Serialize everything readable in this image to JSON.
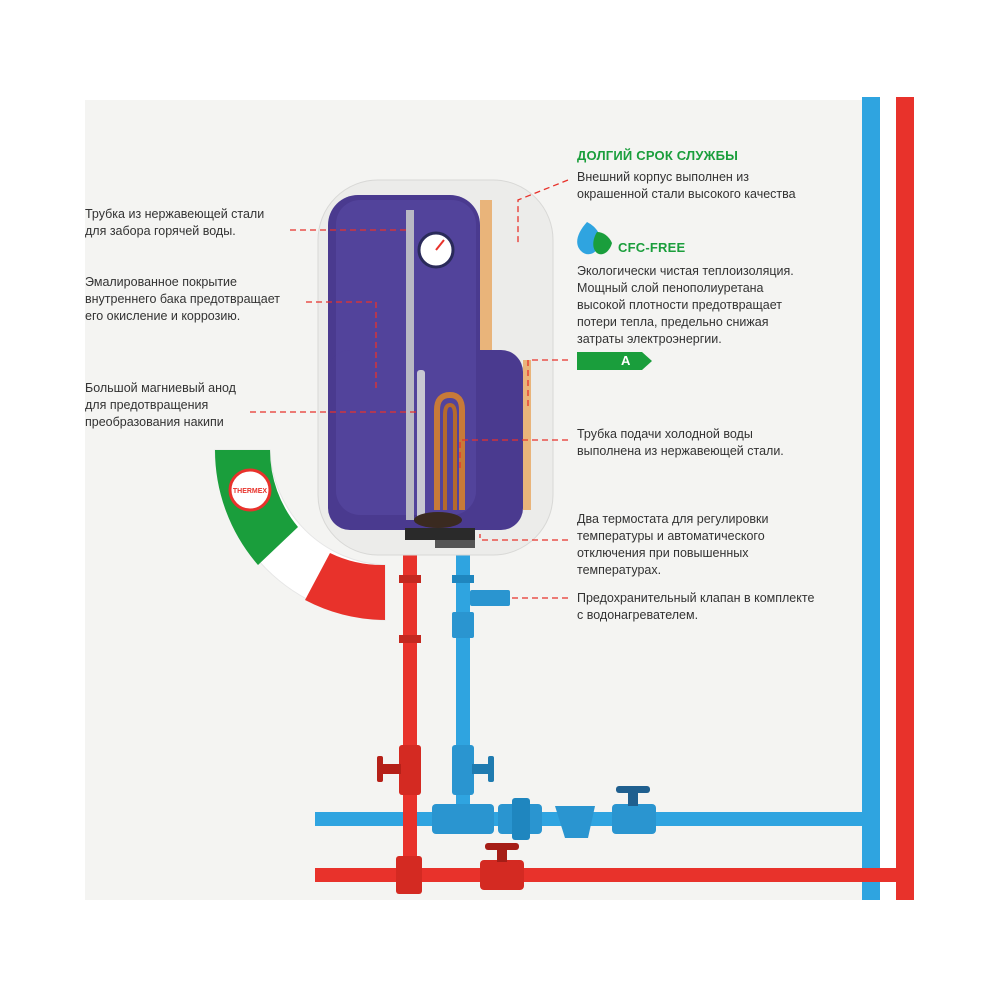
{
  "header_green": "ДОЛГИЙ СРОК СЛУЖБЫ",
  "cfc": "CFC-FREE",
  "energy_class": "A",
  "brand_logo_text": "THERMEX",
  "colors": {
    "hot": "#e8322b",
    "cold": "#2fa4e0",
    "tank_purple": "#4a3a8f",
    "green": "#1a9e3c"
  },
  "labels": {
    "hot_tube": "Трубка из нержавеющей стали\nдля забора горячей воды.",
    "enamel": "Эмалированное покрытие\nвнутреннего бака предотвращает\nего окисление и коррозию.",
    "anode": "Большой магниевый анод\nдля предотвращения\nпреобразования накипи",
    "body": "Внешний корпус выполнен из\nокрашенной стали высокого качества",
    "insulation": "Экологически чистая теплоизоляция.\nМощный слой пенополиуретана\nвысокой плотности предотвращает\nпотери тепла, предельно снижая\nзатраты электроэнергии.",
    "cold_tube": "Трубка подачи холодной воды\nвыполнена из нержавеющей стали.",
    "thermostats": "Два термостата для регулировки\nтемпературы и автоматического\nотключения при повышенных\nтемпературах.",
    "valve": "Предохранительный клапан в комплекте\nс водонагревателем."
  }
}
